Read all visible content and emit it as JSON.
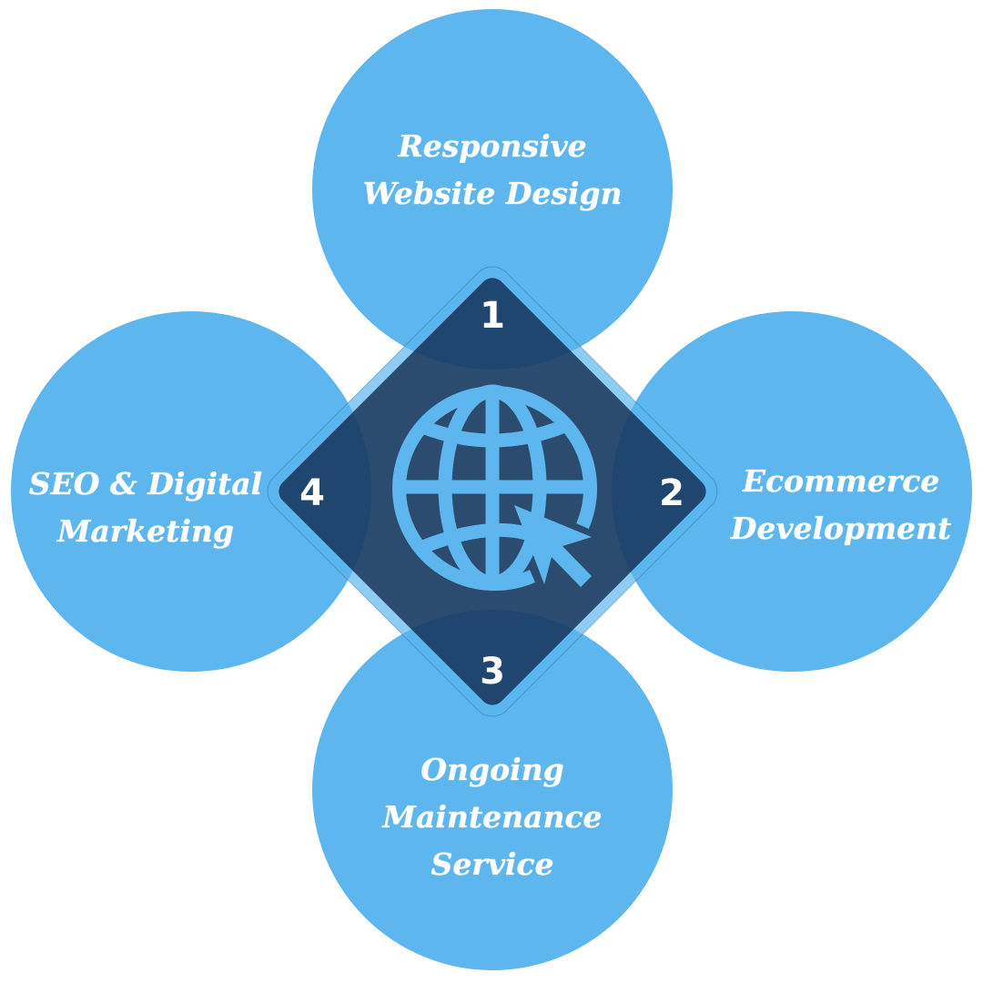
{
  "colors": {
    "circle": "#5db6ee",
    "diamond": "rgba(7,29,62,0.73)",
    "band": "rgba(93,182,238,0.7)",
    "icon": "#5db6ee"
  },
  "items": [
    {
      "number": "1",
      "lines": [
        "Responsive",
        "Website Design"
      ]
    },
    {
      "number": "2",
      "lines": [
        "Ecommerce",
        "Development"
      ]
    },
    {
      "number": "3",
      "lines": [
        "Ongoing",
        "Maintenance",
        "Service"
      ]
    },
    {
      "number": "4",
      "lines": [
        "SEO & Digital",
        "Marketing"
      ]
    }
  ],
  "center_icon": "globe-cursor-icon"
}
